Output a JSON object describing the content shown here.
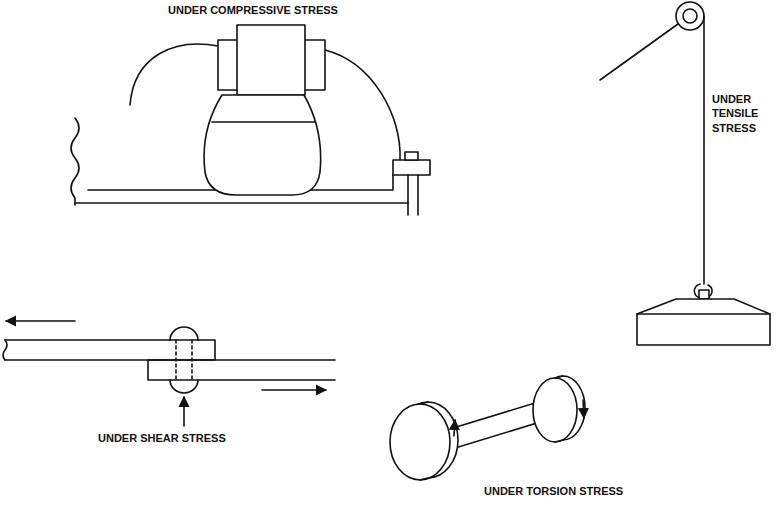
{
  "diagram": {
    "labels": [
      "UNDER COMPRESSIVE STRESS",
      "UNDER TENSILE STRESS",
      "UNDER SHEAR STRESS",
      "UNDER TORSION STRESS"
    ]
  }
}
